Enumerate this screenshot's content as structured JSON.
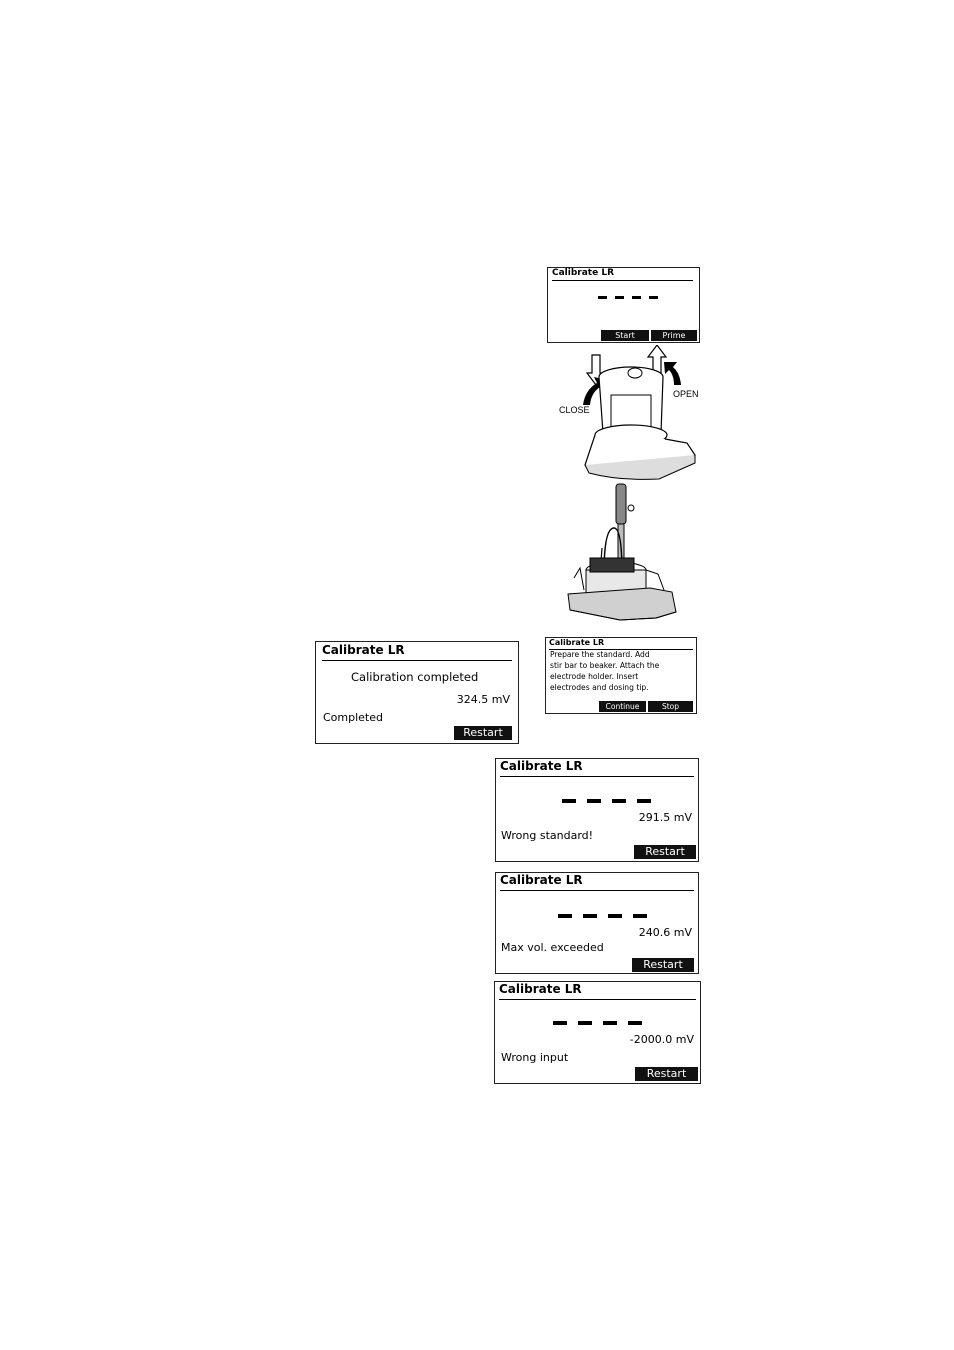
{
  "screens": {
    "prime": {
      "title": "Calibrate LR",
      "dashes": "- - - -",
      "softkeys": [
        "Start",
        "Prime"
      ]
    },
    "prepare": {
      "title": "Calibrate LR",
      "message_lines": [
        "Prepare the standard. Add",
        "stir bar to beaker.  Attach the",
        "electrode holder. Insert",
        "electrodes and dosing tip."
      ],
      "softkeys": [
        "Continue",
        "Stop"
      ]
    },
    "completed": {
      "title": "Calibrate LR",
      "heading": "Calibration completed",
      "reading": "324.5 mV",
      "status": "Completed",
      "softkey": "Restart"
    },
    "wrong_standard": {
      "title": "Calibrate LR",
      "reading": "291.5 mV",
      "status": "Wrong standard!",
      "softkey": "Restart"
    },
    "max_vol": {
      "title": "Calibrate LR",
      "reading": "240.6 mV",
      "status": "Max vol. exceeded",
      "softkey": "Restart"
    },
    "wrong_input": {
      "title": "Calibrate LR",
      "reading": "-2000.0 mV",
      "status": "Wrong input",
      "softkey": "Restart"
    }
  },
  "illustration_labels": {
    "close": "CLOSE",
    "open": "OPEN"
  }
}
